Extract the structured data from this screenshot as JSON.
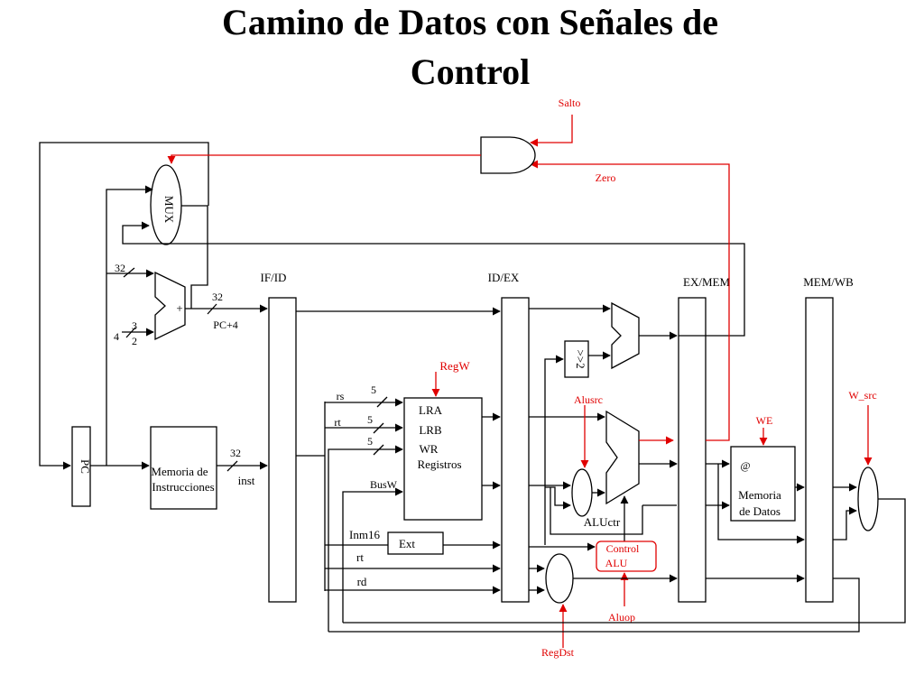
{
  "title": {
    "line1": "Camino de Datos con Señales de",
    "line2": "Control"
  },
  "stages": {
    "if_id": "IF/ID",
    "id_ex": "ID/EX",
    "ex_mem": "EX/MEM",
    "mem_wb": "MEM/WB"
  },
  "blocks": {
    "mux": "MUX",
    "pc": "PC",
    "instr_mem_line1": "Memoria de",
    "instr_mem_line2": "Instrucciones",
    "regs_lra": "LRA",
    "regs_lrb": "LRB",
    "regs_wr": "WR",
    "regs_name": "Registros",
    "ext": "Ext",
    "shift": ">>2",
    "data_mem_addr": "@",
    "data_mem_line1": "Memoria",
    "data_mem_line2": "de Datos",
    "adder_plus": "+",
    "control_alu_line1": "Control",
    "control_alu_line2": "ALU"
  },
  "signals": {
    "w32_top": "32",
    "w32_pc4": "32",
    "pc_plus4": "PC+4",
    "four": "4",
    "three": "3",
    "two": "2",
    "w32_inst": "32",
    "inst": "inst",
    "rs": "rs",
    "rt": "rt",
    "w5_a": "5",
    "w5_b": "5",
    "w5_c": "5",
    "busw": "BusW",
    "inm16": "Inm16",
    "rt2": "rt",
    "rd": "rd",
    "aluctr": "ALUctr"
  },
  "control": {
    "salto": "Salto",
    "zero": "Zero",
    "regw": "RegW",
    "alusrc": "Alusrc",
    "we": "WE",
    "w_src": "W_src",
    "aluop": "Aluop",
    "regdst": "RegDst"
  },
  "colors": {
    "control_signal": "#e00000",
    "datapath": "#000000"
  }
}
